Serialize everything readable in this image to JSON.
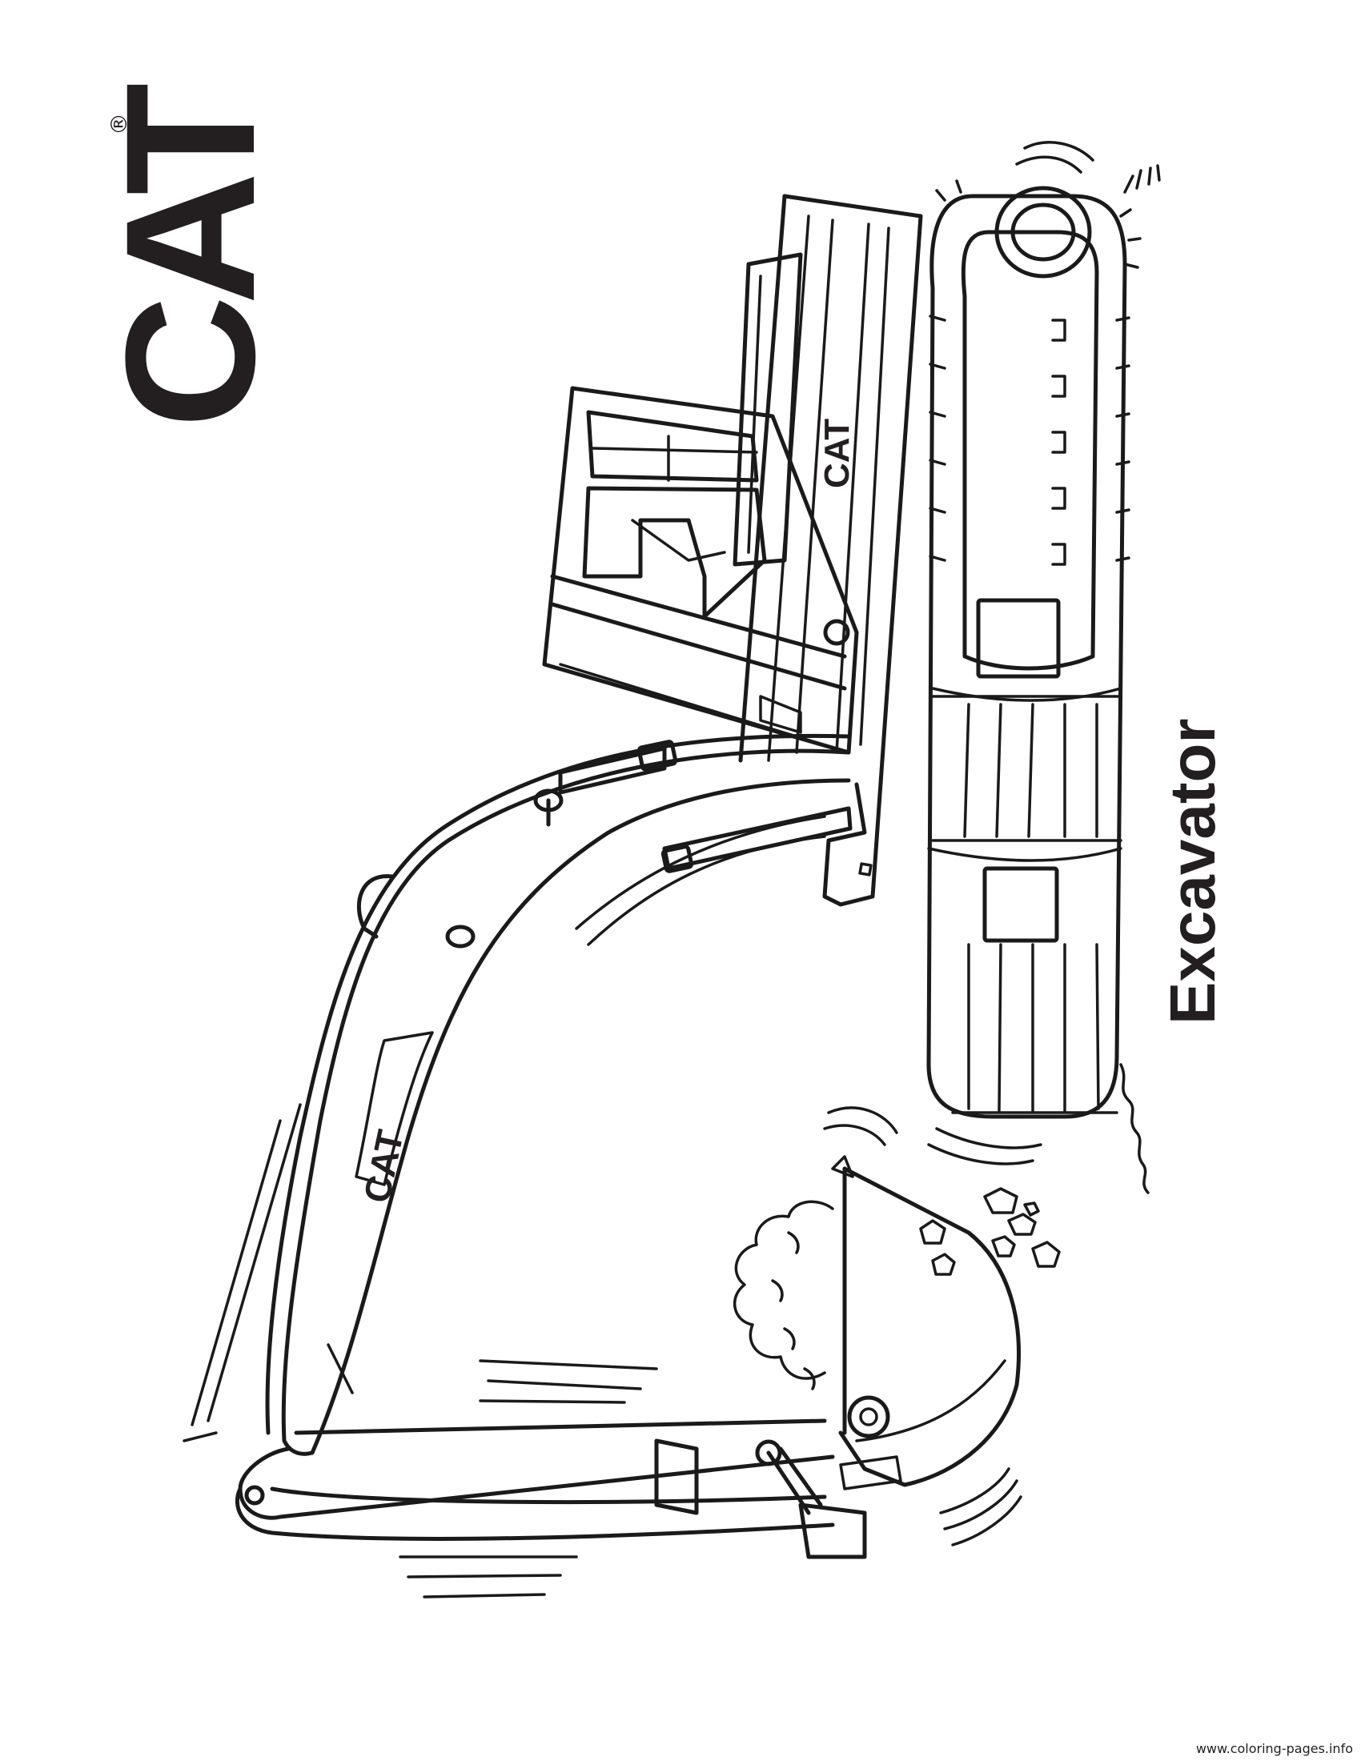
{
  "brand": {
    "logo_text": "CAT",
    "registered_mark": "®",
    "color": "#231f20"
  },
  "title": "Excavator",
  "decals": {
    "cab_text": "CAT",
    "boom_text": "CAT"
  },
  "footer": {
    "source": "www.coloring-pages.info"
  }
}
